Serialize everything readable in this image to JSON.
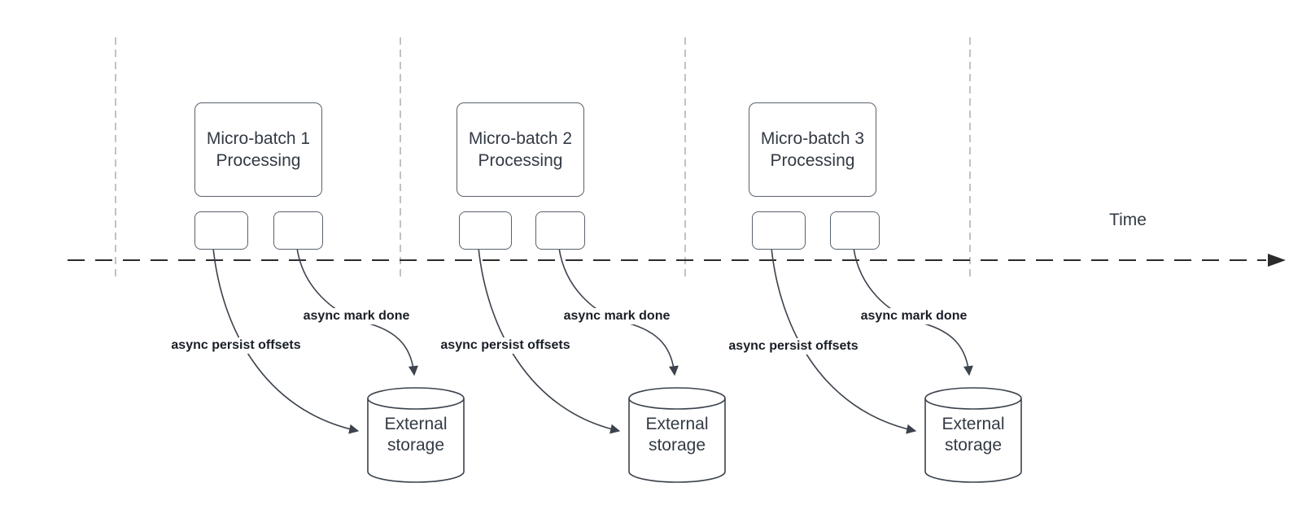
{
  "timeline": {
    "label": "Time"
  },
  "groups": [
    {
      "process_label": "Micro-batch 1\nProcessing",
      "persist_arrow_label": "async persist offsets",
      "done_arrow_label": "async mark done",
      "storage_label": "External\nstorage"
    },
    {
      "process_label": "Micro-batch 2\nProcessing",
      "persist_arrow_label": "async persist offsets",
      "done_arrow_label": "async mark done",
      "storage_label": "External\nstorage"
    },
    {
      "process_label": "Micro-batch 3\nProcessing",
      "persist_arrow_label": "async persist offsets",
      "done_arrow_label": "async mark done",
      "storage_label": "External\nstorage"
    }
  ],
  "colors": {
    "shape_stroke": "#59626c",
    "arrow_stroke": "#3c434d",
    "guide_stroke": "#b3b3b3",
    "timeline_stroke": "#2b2b2b",
    "text": "#333a44",
    "bold_label_text": "#1a1e26"
  }
}
